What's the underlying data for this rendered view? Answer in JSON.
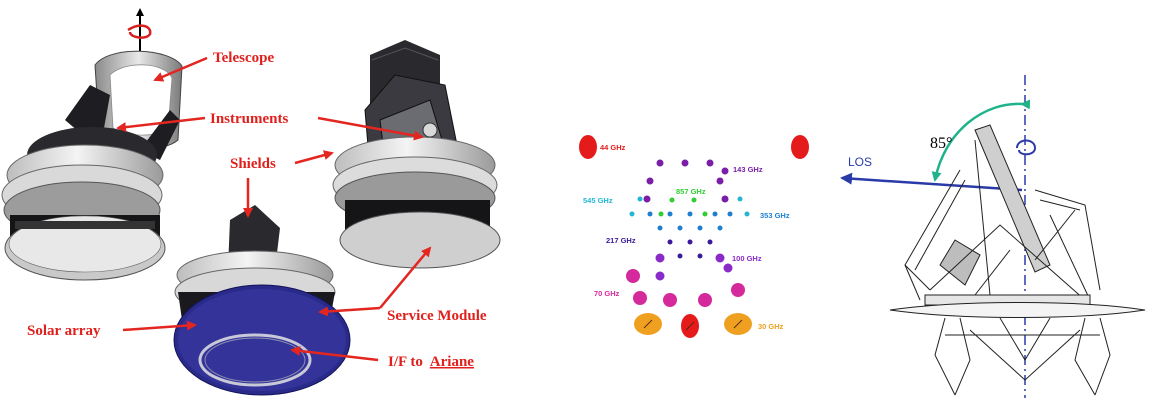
{
  "left_panel": {
    "labels": {
      "telescope": "Telescope",
      "instruments": "Instruments",
      "shields": "Shields",
      "service_module": "Service Module",
      "solar_array": "Solar array",
      "if_to": "I/F to",
      "ariane": "Ariane"
    },
    "label_color": "#e0201c"
  },
  "focal_plane": {
    "horns": [
      {
        "label": "44 GHz",
        "color": "#e51b1b"
      },
      {
        "label": "143 GHz",
        "color": "#7a1ea8"
      },
      {
        "label": "857 GHz",
        "color": "#33cc33"
      },
      {
        "label": "545 GHz",
        "color": "#22b6d6"
      },
      {
        "label": "353 GHz",
        "color": "#1e7fd1"
      },
      {
        "label": "217 GHz",
        "color": "#3a1a9a"
      },
      {
        "label": "100 GHz",
        "color": "#8a2bc9"
      },
      {
        "label": "70 GHz",
        "color": "#d42a9c"
      },
      {
        "label": "30 GHz",
        "color": "#f0a020"
      }
    ]
  },
  "pointing": {
    "angle_label": "85°",
    "los_label": "LOS",
    "los_color": "#2a3aa8",
    "angle_color": "#20b38a",
    "axis_color": "#2a3aa8"
  }
}
